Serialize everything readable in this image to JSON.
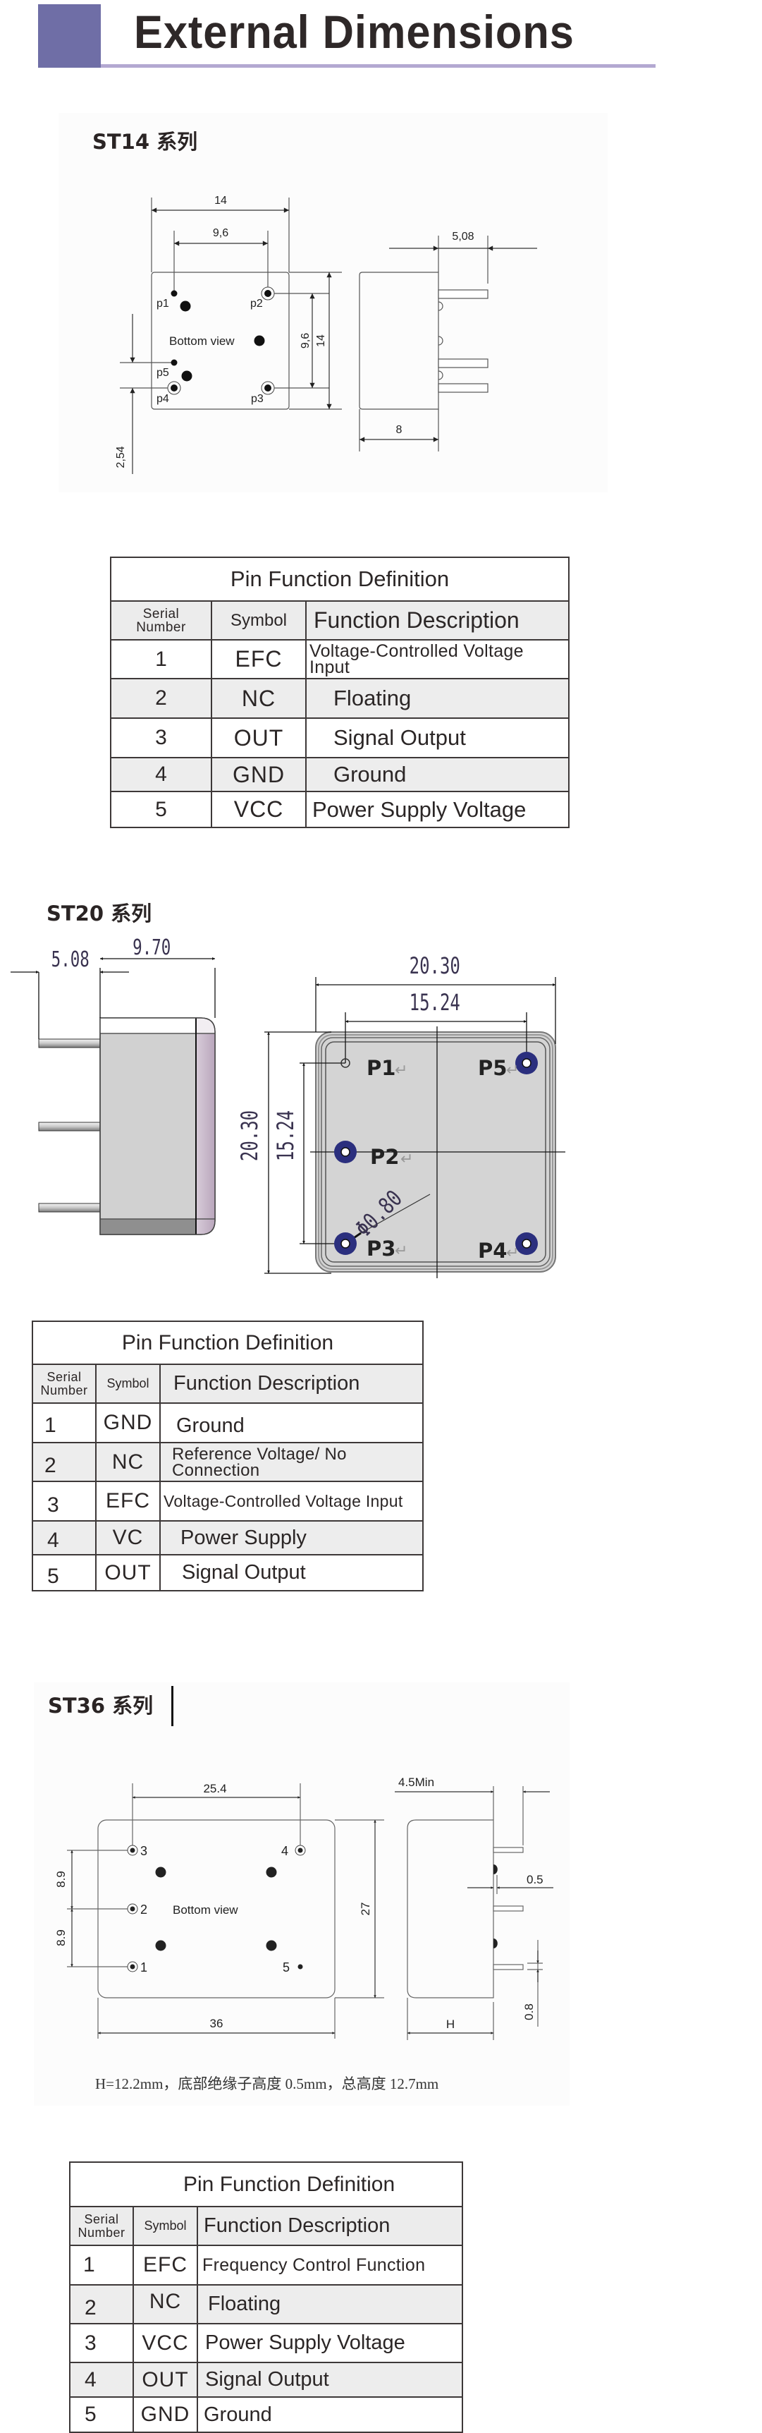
{
  "header": {
    "title": "External Dimensions",
    "accent_color": "#6f6ea6",
    "underline_color": "#b3a8d1"
  },
  "sections": [
    {
      "id": "st14",
      "heading": "ST14 系列",
      "drawing": {
        "bottom_view_label": "Bottom view",
        "pins": [
          "p1",
          "p2",
          "p3",
          "p4",
          "p5"
        ],
        "dimensions": {
          "width": "14",
          "pin_pitch_h": "9,6",
          "height": "14",
          "pin_pitch_v": "9,6",
          "pin_spacing": "2,54",
          "pin_length": "5,08",
          "body_depth": "8"
        }
      },
      "table": {
        "title": "Pin Function Definition",
        "columns": [
          "Serial Number",
          "Symbol",
          "Function Description"
        ],
        "rows": [
          {
            "no": "1",
            "symbol": "EFC",
            "description": "Voltage-Controlled Voltage Input"
          },
          {
            "no": "2",
            "symbol": "NC",
            "description": "Floating"
          },
          {
            "no": "3",
            "symbol": "OUT",
            "description": "Signal Output"
          },
          {
            "no": "4",
            "symbol": "GND",
            "description": "Ground"
          },
          {
            "no": "5",
            "symbol": "VCC",
            "description": "Power Supply Voltage"
          }
        ]
      }
    },
    {
      "id": "st20",
      "heading": "ST20  系列",
      "drawing": {
        "pins": [
          "P1",
          "P2",
          "P3",
          "P4",
          "P5"
        ],
        "return_mark": "↵",
        "pin_color": "#2b2f7e",
        "dimensions": {
          "pin_length": "5.08",
          "body_depth": "9.70",
          "width": "20.30",
          "pin_pitch_h": "15.24",
          "height": "20.30",
          "pin_pitch_v": "15.24",
          "pin_diameter": "Φ0.80"
        }
      },
      "table": {
        "title": "Pin Function Definition",
        "columns": [
          "Serial Number",
          "Symbol",
          "Function Description"
        ],
        "rows": [
          {
            "no": "1",
            "symbol": "GND",
            "description": "Ground"
          },
          {
            "no": "2",
            "symbol": "NC",
            "description": "Reference Voltage/ No Connection"
          },
          {
            "no": "3",
            "symbol": "EFC",
            "description": "Voltage-Controlled Voltage Input"
          },
          {
            "no": "4",
            "symbol": "VC",
            "description": "Power Supply"
          },
          {
            "no": "5",
            "symbol": "OUT",
            "description": "Signal Output"
          }
        ]
      }
    },
    {
      "id": "st36",
      "heading": "ST36 系列",
      "drawing": {
        "bottom_view_label": "Bottom view",
        "pins": [
          "1",
          "2",
          "3",
          "4",
          "5"
        ],
        "dimensions": {
          "pin_pitch_h": "25.4",
          "pin_pitch_v_upper": "8.9",
          "pin_pitch_v_lower": "8.9",
          "height": "27",
          "width": "36",
          "pin_length": "4.5Min",
          "insulator": "0.5",
          "pin_diameter": "0.8",
          "body_height": "H"
        },
        "caption": "H=12.2mm，底部绝缘子高度 0.5mm，总高度 12.7mm"
      },
      "table": {
        "title": "Pin Function Definition",
        "columns": [
          "Serial Number",
          "Symbol",
          "Function Description"
        ],
        "rows": [
          {
            "no": "1",
            "symbol": "EFC",
            "description": "Frequency Control Function"
          },
          {
            "no": "2",
            "symbol": "NC",
            "description": "Floating"
          },
          {
            "no": "3",
            "symbol": "VCC",
            "description": "Power Supply Voltage"
          },
          {
            "no": "4",
            "symbol": "OUT",
            "description": "Signal Output"
          },
          {
            "no": "5",
            "symbol": "GND",
            "description": "Ground"
          }
        ]
      }
    }
  ]
}
